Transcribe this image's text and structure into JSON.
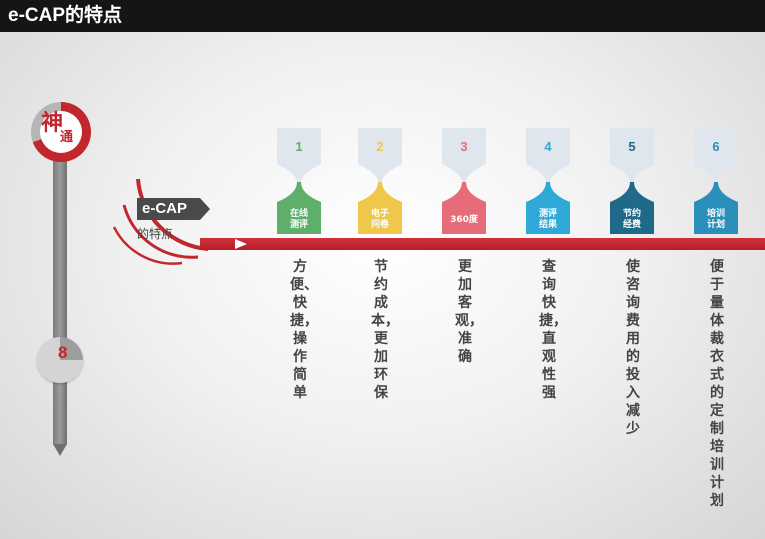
{
  "header": {
    "title": "e-CAP的特点"
  },
  "logo": {
    "char_big": "神",
    "char_small": "通",
    "ring_color": "#c1272d"
  },
  "page_number": "8",
  "tag": {
    "label": "e-CAP",
    "sub": "的特点"
  },
  "features": [
    {
      "num": "1",
      "label": "在线\n测评",
      "desc": "方便、快捷，操作简单",
      "color": "#5fae6a"
    },
    {
      "num": "2",
      "label": "电子\n问卷",
      "desc": "节约成本，更加环保",
      "color": "#efc84b"
    },
    {
      "num": "3",
      "label": "360度",
      "desc": "更加客观，准确",
      "color": "#e76c7a"
    },
    {
      "num": "4",
      "label": "测评\n结果",
      "desc": "查询快捷，直观性强",
      "color": "#2fa9d8"
    },
    {
      "num": "5",
      "label": "节约\n经费",
      "desc": "使咨询费用的投入减少",
      "color": "#1f6a88"
    },
    {
      "num": "6",
      "label": "培训\n计划",
      "desc": "便于量体裁衣式的定制培训计划",
      "color": "#2a8fbb"
    }
  ]
}
